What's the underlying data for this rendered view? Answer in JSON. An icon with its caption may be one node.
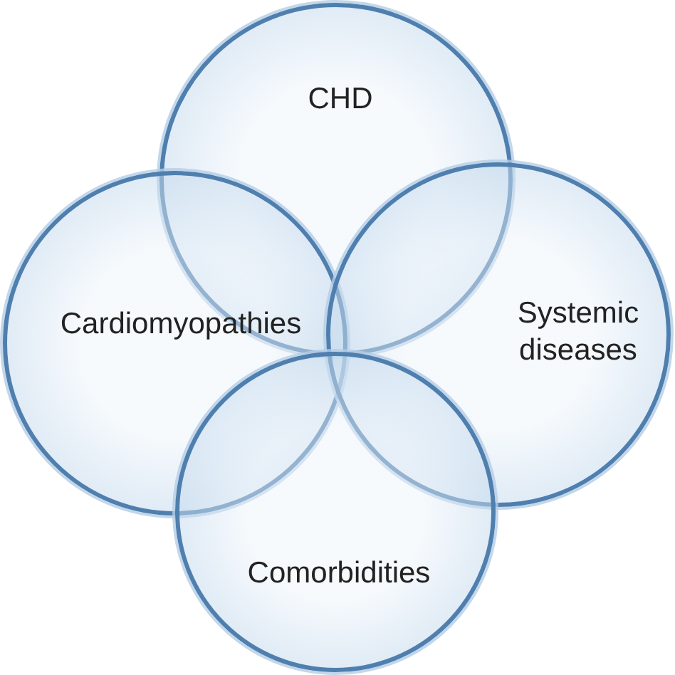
{
  "diagram": {
    "nodes": [
      {
        "text": [
          "CHD"
        ]
      },
      {
        "text": [
          "Cardiomyopathies"
        ]
      },
      {
        "text": [
          "Systemic diseases"
        ]
      },
      {
        "text": [
          "Comorbidities"
        ]
      }
    ]
  }
}
